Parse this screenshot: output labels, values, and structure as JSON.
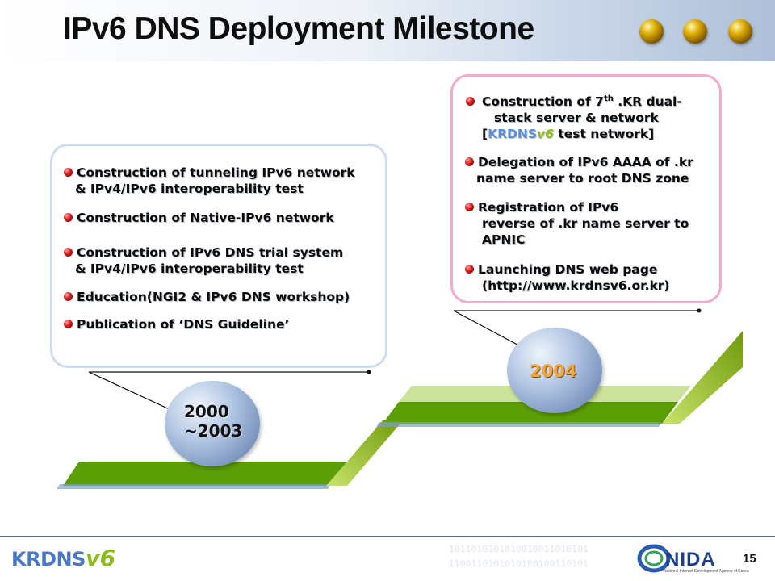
{
  "slide": {
    "title": "IPv6 DNS Deployment Milestone",
    "page_number": "15"
  },
  "left_panel": {
    "items": [
      {
        "lines": [
          "Construction of tunneling IPv6 network",
          "& IPv4/IPv6 interoperability test"
        ]
      },
      {
        "lines": [
          "Construction of Native-IPv6 network"
        ]
      },
      {
        "lines": [
          "Construction of IPv6 DNS trial system",
          "& IPv4/IPv6 interoperability test"
        ]
      },
      {
        "lines": [
          "Education(NGI2 & IPv6 DNS workshop)"
        ]
      },
      {
        "lines": [
          "Publication of ‘DNS Guideline’"
        ]
      }
    ]
  },
  "right_panel": {
    "item1": {
      "line1_pre": "Construction of 7",
      "line1_sup": "th",
      "line1_post": " .KR dual-",
      "line2": "stack server & network",
      "line3_open": "[",
      "line3_kr": "KRDNS",
      "line3_v6": "v6",
      "line3_post": " test network]"
    },
    "item2": {
      "lines": [
        "Delegation of IPv6 AAAA of .kr",
        "name server to root DNS zone"
      ]
    },
    "item3": {
      "lines": [
        "Registration of IPv6",
        "reverse of .kr name server to",
        "APNIC"
      ]
    },
    "item4": {
      "lines": [
        "Launching DNS web page",
        "(http://www.krdnsv6.or.kr)"
      ]
    }
  },
  "milestones": {
    "first": {
      "line1": "2000",
      "line2": "~2003"
    },
    "second": {
      "label": "2004"
    }
  },
  "footer": {
    "logo_krdns": "KRDNS",
    "logo_v6": "v6",
    "binary_top": "1011010101010010011010101",
    "binary_bottom": "1100110101010100100110101",
    "nida": "NIDA",
    "nida_sub": "National Internet Development Agency of Korea"
  },
  "colors": {
    "accent_green": "#8dbb1f",
    "year_orange": "#f4a43a",
    "bullet_red": "#d21c1c",
    "left_border": "#cfdcef",
    "right_border": "#f5a9cf"
  }
}
